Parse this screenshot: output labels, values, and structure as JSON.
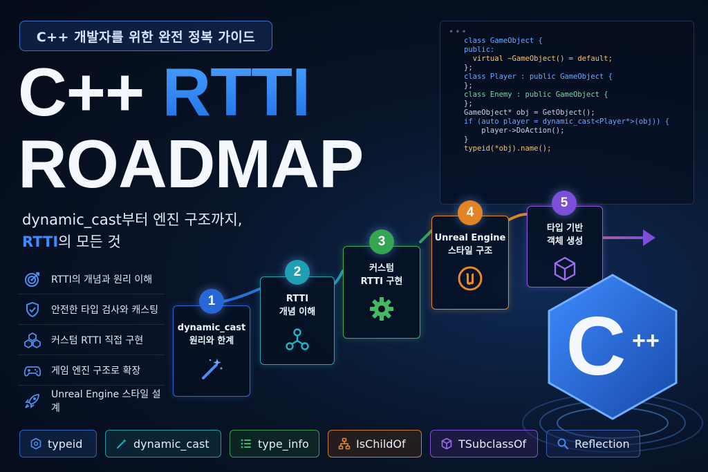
{
  "badge": "C++ 개발자를 위한 완전 정복 가이드",
  "title": {
    "line1_white": "C++",
    "line1_blue": "RTTI",
    "line2": "ROADMAP"
  },
  "subtitle": {
    "line1": "dynamic_cast부터 엔진 구조까지,",
    "line2_highlight": "RTTI",
    "line2_rest": "의 모든 것"
  },
  "features": [
    {
      "icon": "target-icon",
      "label": "RTTI의 개념과 원리 이해"
    },
    {
      "icon": "shield-check-icon",
      "label": "안전한 타입 검사와 캐스팅"
    },
    {
      "icon": "cubes-icon",
      "label": "커스텀 RTTI 직접 구현"
    },
    {
      "icon": "gamepad-icon",
      "label": "게임 엔진 구조로 확장"
    },
    {
      "icon": "rocket-icon",
      "label": "Unreal Engine 스타일 설계"
    }
  ],
  "code": {
    "dots": "•••",
    "lines": [
      "class GameObject {",
      "public:",
      "  virtual ~GameObject() = default;",
      "};",
      "",
      "class Player : public GameObject {",
      "};",
      "",
      "class Enemy : public GameObject {",
      "};",
      "",
      "GameObject* obj = GetObject();",
      "if (auto player = dynamic_cast<Player*>(obj)) {",
      "    player->DoAction();",
      "}",
      "typeid(*obj).name();"
    ]
  },
  "steps": [
    {
      "num": "1",
      "label": "dynamic_cast\n원리와 한계",
      "icon": "magic-wand-icon",
      "color": "#2767d8"
    },
    {
      "num": "2",
      "label": "RTTI\n개념 이해",
      "icon": "node-graph-icon",
      "color": "#1f9fb3"
    },
    {
      "num": "3",
      "label": "커스텀\nRTTI 구현",
      "icon": "gear-icon",
      "color": "#36a551"
    },
    {
      "num": "4",
      "label": "Unreal Engine\n스타일 구조",
      "icon": "unreal-logo-icon",
      "color": "#e08424"
    },
    {
      "num": "5",
      "label": "타입 기반\n객체 생성",
      "icon": "cube-icon",
      "color": "#7d4ed9"
    }
  ],
  "logo": {
    "letter": "C",
    "plus": "++"
  },
  "tags": [
    {
      "label": "typeid",
      "icon": "hexagon-icon"
    },
    {
      "label": "dynamic_cast",
      "icon": "magic-wand-icon"
    },
    {
      "label": "type_info",
      "icon": "list-icon"
    },
    {
      "label": "IsChildOf",
      "icon": "hierarchy-icon"
    },
    {
      "label": "TSubclassOf",
      "icon": "cube-icon"
    },
    {
      "label": "Reflection",
      "icon": "search-icon"
    }
  ]
}
